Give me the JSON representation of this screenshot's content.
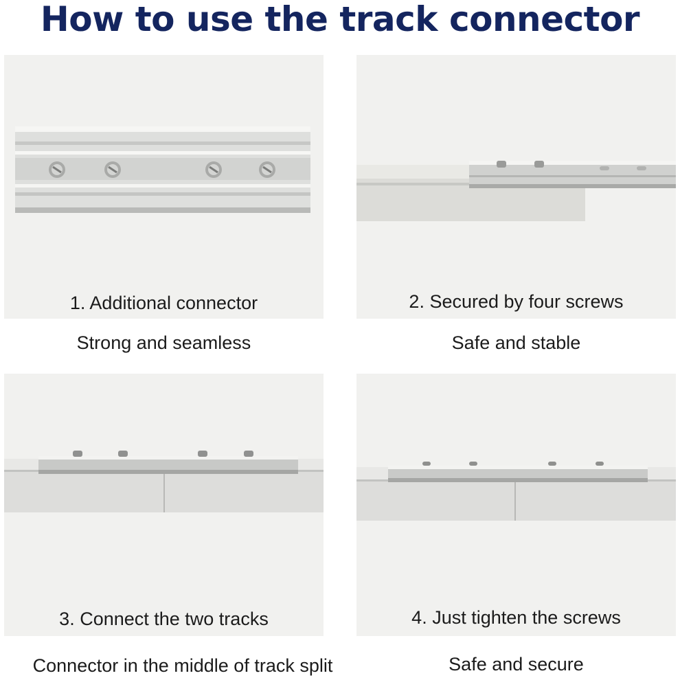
{
  "title": "How to use the track connector",
  "steps": [
    {
      "caption": "1. Additional connector",
      "subtitle": "Strong and seamless",
      "image": "loose-connector-plate-photo"
    },
    {
      "caption": "2. Secured by four screws",
      "subtitle": "Safe and stable",
      "image": "connector-half-inserted-photo"
    },
    {
      "caption": "3. Connect the two tracks",
      "subtitle": "Connector in the middle of track split",
      "image": "connector-over-track-split-photo"
    },
    {
      "caption": "4. Just tighten the screws",
      "subtitle": "Safe and secure",
      "image": "connector-tightened-photo"
    }
  ],
  "colors": {
    "title": "#14255f",
    "panel": "#f1f1ef",
    "text": "#1b1b1b",
    "track": "#dcdcd8",
    "metal": "#c9cbc9"
  }
}
